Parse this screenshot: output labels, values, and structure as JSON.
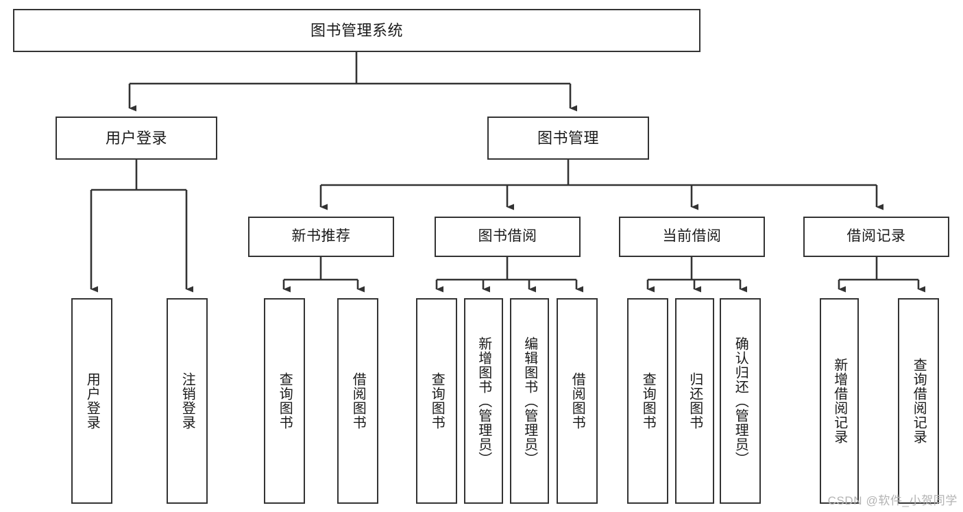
{
  "diagram": {
    "type": "tree-hierarchy-chart",
    "title": "图书管理系统",
    "watermark": "CSDN @软件_小贺同学",
    "colors": {
      "box_border": "#333333",
      "box_fill": "#ffffff",
      "connector": "#333333",
      "text": "#1a1a1a",
      "watermark": "#b3b3b3"
    },
    "nodes": {
      "root": {
        "label": "图书管理系统"
      },
      "level1": [
        {
          "id": "user-login",
          "label": "用户登录"
        },
        {
          "id": "book-management",
          "label": "图书管理"
        }
      ],
      "level2": [
        {
          "id": "new-book-recommend",
          "label": "新书推荐",
          "parent": "book-management"
        },
        {
          "id": "book-borrow",
          "label": "图书借阅",
          "parent": "book-management"
        },
        {
          "id": "current-borrow",
          "label": "当前借阅",
          "parent": "book-management"
        },
        {
          "id": "borrow-record",
          "label": "借阅记录",
          "parent": "book-management"
        }
      ],
      "leaves": [
        {
          "id": "leaf-user-login",
          "label": "用户登录",
          "parent": "user-login"
        },
        {
          "id": "leaf-logout-login",
          "label": "注销登录",
          "parent": "user-login"
        },
        {
          "id": "leaf-query-book-1",
          "label": "查询图书",
          "parent": "new-book-recommend"
        },
        {
          "id": "leaf-borrow-book-1",
          "label": "借阅图书",
          "parent": "new-book-recommend"
        },
        {
          "id": "leaf-query-book-2",
          "label": "查询图书",
          "parent": "book-borrow"
        },
        {
          "id": "leaf-add-book",
          "label": "新增图书（管理员）",
          "parent": "book-borrow"
        },
        {
          "id": "leaf-edit-book",
          "label": "编辑图书（管理员）",
          "parent": "book-borrow"
        },
        {
          "id": "leaf-borrow-book-2",
          "label": "借阅图书",
          "parent": "book-borrow"
        },
        {
          "id": "leaf-query-book-3",
          "label": "查询图书",
          "parent": "current-borrow"
        },
        {
          "id": "leaf-return-book",
          "label": "归还图书",
          "parent": "current-borrow"
        },
        {
          "id": "leaf-confirm-return",
          "label": "确认归还（管理员）",
          "parent": "current-borrow"
        },
        {
          "id": "leaf-add-record",
          "label": "新增借阅记录",
          "parent": "borrow-record"
        },
        {
          "id": "leaf-query-record",
          "label": "查询借阅记录",
          "parent": "borrow-record"
        }
      ]
    }
  }
}
